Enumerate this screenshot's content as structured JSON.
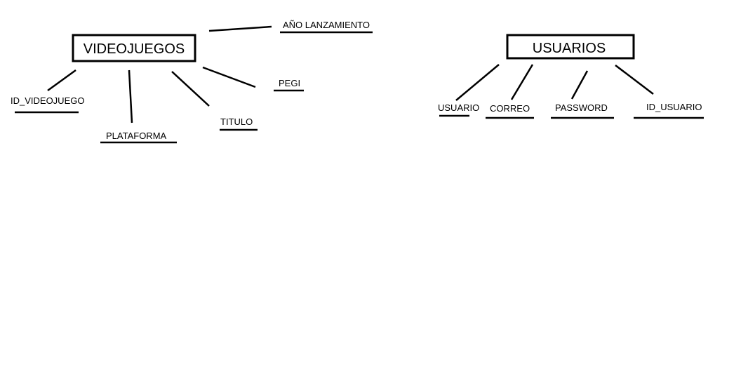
{
  "entities": {
    "videojuegos": {
      "title": "VIDEOJUEGOS",
      "attributes": {
        "id_videojuego": "ID_VIDEOJUEGO",
        "plataforma": "PLATAFORMA",
        "titulo": "TITULO",
        "pegi": "PEGI",
        "ano_lanzamiento": "AÑO LANZAMIENTO"
      }
    },
    "usuarios": {
      "title": "USUARIOS",
      "attributes": {
        "usuario": "USUARIO",
        "correo": "CORREO",
        "password": "PASSWORD",
        "id_usuario": "ID_USUARIO"
      }
    }
  }
}
